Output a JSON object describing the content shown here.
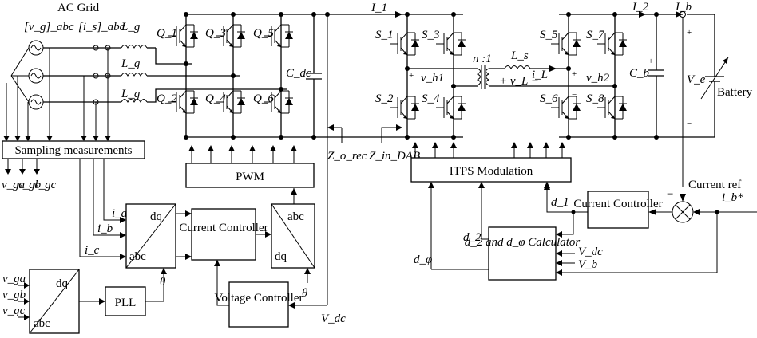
{
  "labels": {
    "ac_grid": "AC Grid",
    "vg_abc": "[v_g]_abc",
    "is_abc": "[i_s]_abc",
    "Lg": "L_g",
    "Q1": "Q_1",
    "Q2": "Q_2",
    "Q3": "Q_3",
    "Q4": "Q_4",
    "Q5": "Q_5",
    "Q6": "Q_6",
    "Cdc": "C_dc",
    "I1": "I_1",
    "I2": "I_2",
    "Ib": "I_b",
    "S1": "S_1",
    "S2": "S_2",
    "S3": "S_3",
    "S4": "S_4",
    "S5": "S_5",
    "S6": "S_6",
    "S7": "S_7",
    "S8": "S_8",
    "n1": "n :1",
    "Ls": "L_s",
    "iL": "i_L",
    "vL": "+ v_L −",
    "vh1": "v_h1",
    "vh2": "v_h2",
    "Cb": "C_b",
    "Ve": "V_e",
    "battery": "Battery",
    "zo_rec": "Z_o_rec",
    "zin_dab": "Z_in_DAB",
    "sampling": "Sampling measurements",
    "vga": "v_ga",
    "vgb": "v_gb",
    "vgc": "v_gc",
    "pwm": "PWM",
    "itps": "ITPS Modulation",
    "current_controller_left": "Current Controller",
    "current_controller_right": "Current Controller",
    "current_ref": "Current ref",
    "ib_star": "i_b*",
    "voltage_controller": "Voltage Controller",
    "pll": "PLL",
    "calculator": "d_2 and d_φ Calculator",
    "d1": "d_1",
    "d2": "d_2",
    "dphi": "d_φ",
    "vdc": "V_dc",
    "vb": "V_b",
    "ia": "i_a",
    "ib": "i_b",
    "ic": "i_c",
    "theta": "θ",
    "dq": "dq",
    "abc": "abc",
    "plus": "+",
    "minus": "−"
  }
}
